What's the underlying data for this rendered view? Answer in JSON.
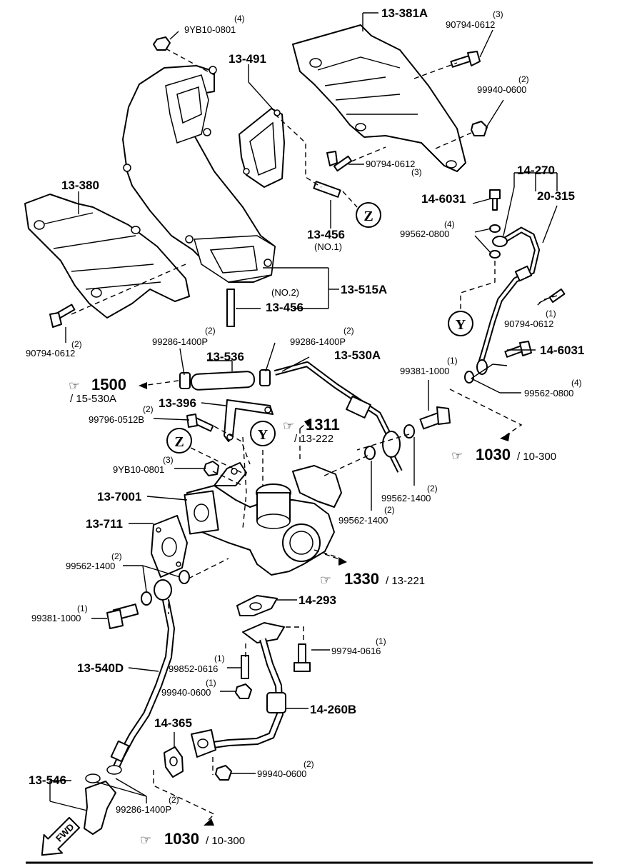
{
  "parts": {
    "bolt_9YB10_0801_top": {
      "code": "9YB10-0801",
      "qty": "(4)"
    },
    "cover_13_381A": {
      "code": "13-381A"
    },
    "bolt_90794_0612_top": {
      "code": "90794-0612",
      "qty": "(3)"
    },
    "manifold_13_491": {
      "code": "13-491"
    },
    "nut_99940_0600_top": {
      "code": "99940-0600",
      "qty": "(2)"
    },
    "bolt_90794_0612_mid": {
      "code": "90794-0612",
      "qty": "(3)"
    },
    "pipe_14_270": {
      "code": "14-270"
    },
    "cover_13_380": {
      "code": "13-380"
    },
    "bolt_14_6031_top": {
      "code": "14-6031"
    },
    "pipe_20_315": {
      "code": "20-315"
    },
    "washer_99562_0800_top": {
      "code": "99562-0800",
      "qty": "(4)"
    },
    "stud_13_456_no1": {
      "code": "13-456",
      "note": "(NO.1)"
    },
    "gasket_13_515A": {
      "code": "13-515A"
    },
    "stud_13_456_no2": {
      "code": "13-456",
      "note": "(NO.2)"
    },
    "bolt_90794_0612_left": {
      "code": "90794-0612",
      "qty": "(2)"
    },
    "bolt_90794_0612_right": {
      "code": "90794-0612",
      "qty": "(1)"
    },
    "clamp_99286_1400P_left": {
      "code": "99286-1400P",
      "qty": "(2)"
    },
    "clamp_99286_1400P_right": {
      "code": "99286-1400P",
      "qty": "(2)"
    },
    "hose_13_536": {
      "code": "13-536"
    },
    "pipe_13_530A": {
      "code": "13-530A"
    },
    "bolt_14_6031_right": {
      "code": "14-6031"
    },
    "bolt_99381_1000_right": {
      "code": "99381-1000",
      "qty": "(1)"
    },
    "washer_99562_0800_right": {
      "code": "99562-0800",
      "qty": "(4)"
    },
    "bracket_13_396": {
      "code": "13-396"
    },
    "bolt_99796_0512B": {
      "code": "99796-0512B",
      "qty": "(2)"
    },
    "nut_9YB10_0801_mid": {
      "code": "9YB10-0801",
      "qty": "(3)"
    },
    "turbo_13_7001": {
      "code": "13-7001"
    },
    "washer_99562_1400_right": {
      "code": "99562-1400",
      "qty": "(2)"
    },
    "washer_99562_1400_mid": {
      "code": "99562-1400",
      "qty": "(2)"
    },
    "gasket_13_711": {
      "code": "13-711"
    },
    "washer_99562_1400_left": {
      "code": "99562-1400",
      "qty": "(2)"
    },
    "gasket_14_293": {
      "code": "14-293"
    },
    "bolt_99381_1000_left": {
      "code": "99381-1000",
      "qty": "(1)"
    },
    "stud_99852_0616": {
      "code": "99852-0616",
      "qty": "(1)"
    },
    "bolt_99794_0616": {
      "code": "99794-0616",
      "qty": "(1)"
    },
    "pipe_13_540D": {
      "code": "13-540D"
    },
    "nut_99940_0600_mid": {
      "code": "99940-0600",
      "qty": "(1)"
    },
    "pipe_14_260B": {
      "code": "14-260B"
    },
    "gasket_14_365": {
      "code": "14-365"
    },
    "nut_99940_0600_bottom": {
      "code": "99940-0600",
      "qty": "(2)"
    },
    "hose_13_546": {
      "code": "13-546"
    },
    "clamp_99286_1400P_bottom": {
      "code": "99286-1400P",
      "qty": "(2)"
    }
  },
  "references": {
    "ref_1500": {
      "page": "1500",
      "section": "/ 15-530A"
    },
    "ref_1311": {
      "page": "1311",
      "section": "/ 13-222"
    },
    "ref_1030_right": {
      "page": "1030",
      "section": "/ 10-300"
    },
    "ref_1330": {
      "page": "1330",
      "section": "/ 13-221"
    },
    "ref_1030_bottom": {
      "page": "1030",
      "section": "/ 10-300"
    }
  },
  "connectors": {
    "z_top": "Z",
    "y_right": "Y",
    "z_mid": "Z",
    "y_mid": "Y"
  },
  "direction": {
    "fwd": "FWD"
  },
  "icons": {
    "reference": "pointing-hand-icon",
    "direction": "forward-arrow-icon"
  }
}
